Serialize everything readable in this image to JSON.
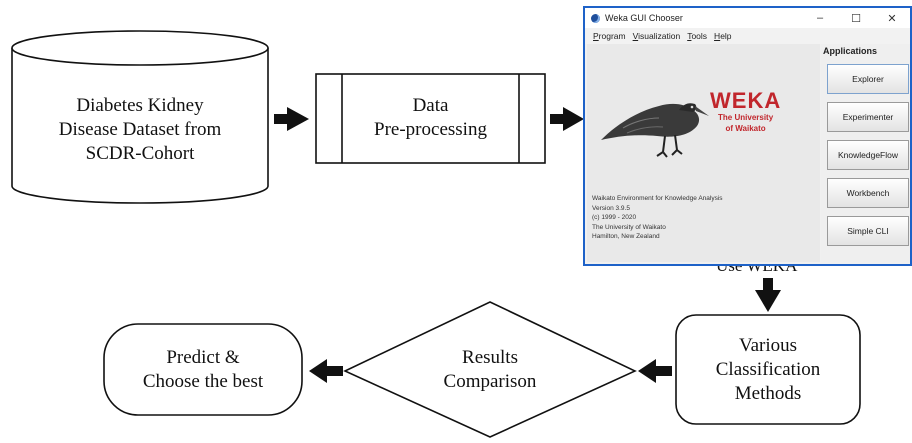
{
  "nodes": {
    "dataset": {
      "lines": [
        "Diabetes Kidney",
        "Disease Dataset from",
        "SCDR-Cohort"
      ]
    },
    "preprocess": {
      "lines": [
        "Data",
        "Pre-processing"
      ]
    },
    "classification": {
      "lines": [
        "Various",
        "Classification",
        "Methods"
      ]
    },
    "comparison": {
      "lines": [
        "Results",
        "Comparison"
      ]
    },
    "predict": {
      "lines": [
        "Predict &",
        "Choose the best"
      ]
    }
  },
  "edges": {
    "use_weka_label": "Use WEKA"
  },
  "weka_window": {
    "title": "Weka GUI Chooser",
    "window_controls": [
      "–",
      "☐",
      "✕"
    ],
    "menu": [
      "Program",
      "Visualization",
      "Tools",
      "Help"
    ],
    "applications_heading": "Applications",
    "buttons": [
      "Explorer",
      "Experimenter",
      "KnowledgeFlow",
      "Workbench",
      "Simple CLI"
    ],
    "logo_text": "WEKA",
    "logo_sub": [
      "The University",
      "of Waikato"
    ],
    "info_lines": [
      "Waikato Environment for Knowledge Analysis",
      "Version 3.9.5",
      "(c) 1999 - 2020",
      "The University of Waikato",
      "Hamilton, New Zealand"
    ],
    "logo_color": "#c1262c",
    "border_color": "#1e62c8"
  }
}
